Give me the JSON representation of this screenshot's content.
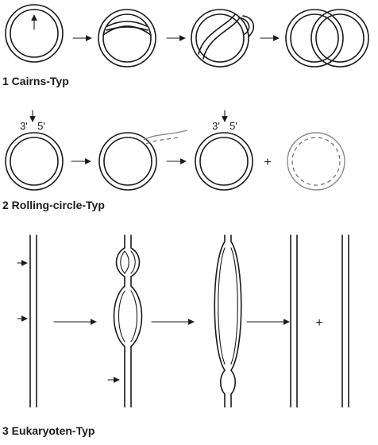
{
  "sections": [
    {
      "caption": "1 Cairns-Typ"
    },
    {
      "caption": "2 Rolling-circle-Typ",
      "strand_labels": {
        "three_prime": "3'",
        "five_prime": "5'"
      }
    },
    {
      "caption": "3 Eukaryoten-Typ"
    }
  ],
  "plus_sign": "+"
}
